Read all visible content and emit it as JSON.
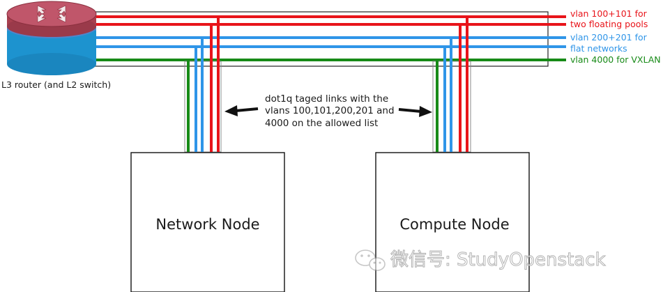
{
  "router": {
    "label": "L3 router (and L2 switch)",
    "colors": {
      "top": "#b24a5c",
      "middle": "#4f86cc",
      "bottom": "#1d93cf"
    }
  },
  "vlans": [
    {
      "label": "vlan 100+101 for",
      "color": "#e8141a"
    },
    {
      "label": "two floating pools",
      "color": "#e8141a"
    },
    {
      "label": "vlan 200+201 for",
      "color": "#2f95e8"
    },
    {
      "label": "flat networks",
      "color": "#2f95e8"
    },
    {
      "label": "vlan 4000 for VXLAN",
      "color": "#178a17"
    }
  ],
  "annotation": {
    "lines": [
      "dot1q taged links with the",
      "vlans 100,101,200,201 and",
      "4000 on the allowed list"
    ]
  },
  "nodes": {
    "network": {
      "label": "Network Node"
    },
    "compute": {
      "label": "Compute Node"
    }
  },
  "watermark": {
    "label": "微信号: StudyOpenstack"
  }
}
